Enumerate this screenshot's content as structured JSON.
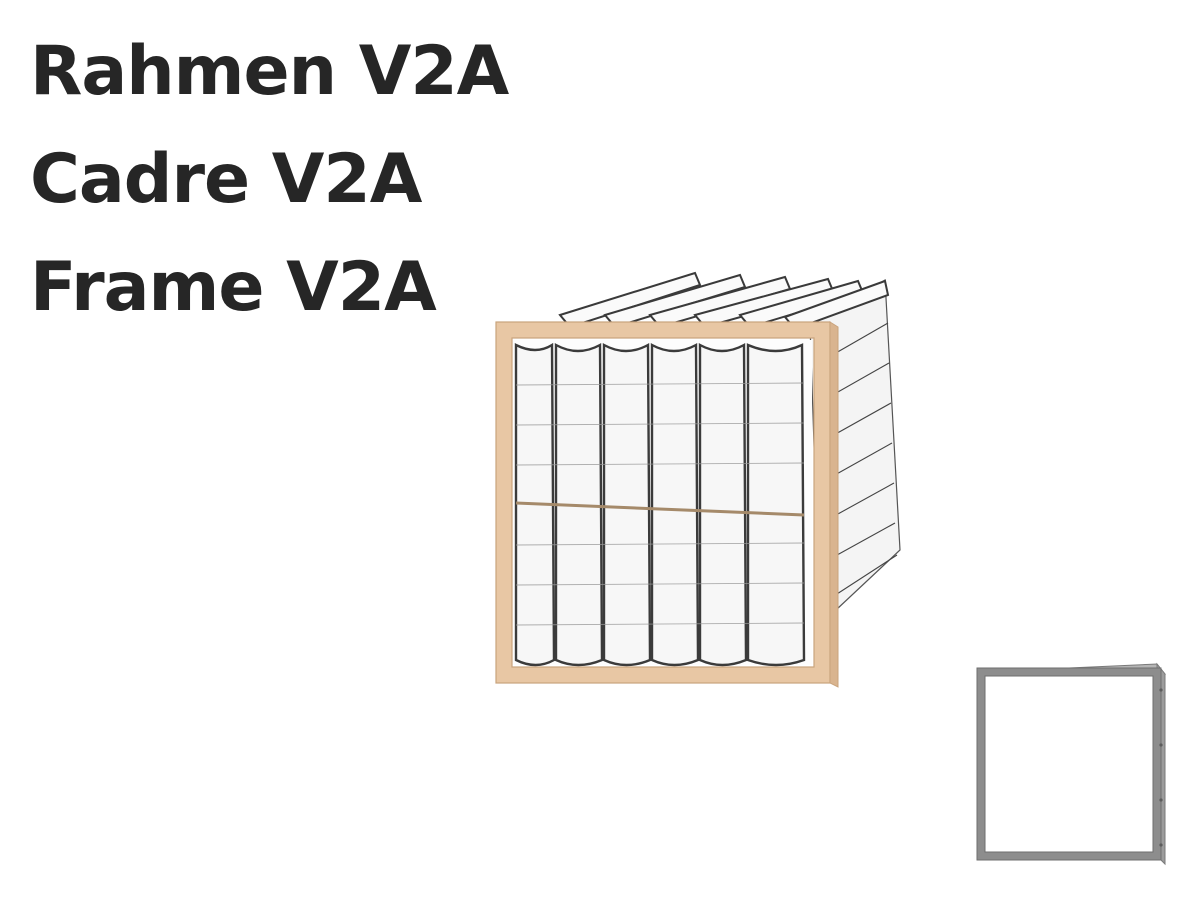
{
  "headline": {
    "line_de": "Rahmen V2A",
    "line_fr": "Cadre V2A",
    "line_en": "Frame V2A"
  },
  "images": {
    "main_product": "bag-filter-wooden-frame",
    "thumbnail": "stainless-steel-frame"
  },
  "colors": {
    "text": "#262626",
    "wood": "#e8c7a4",
    "steel": "#8d8d8d",
    "stitching": "#333333"
  }
}
